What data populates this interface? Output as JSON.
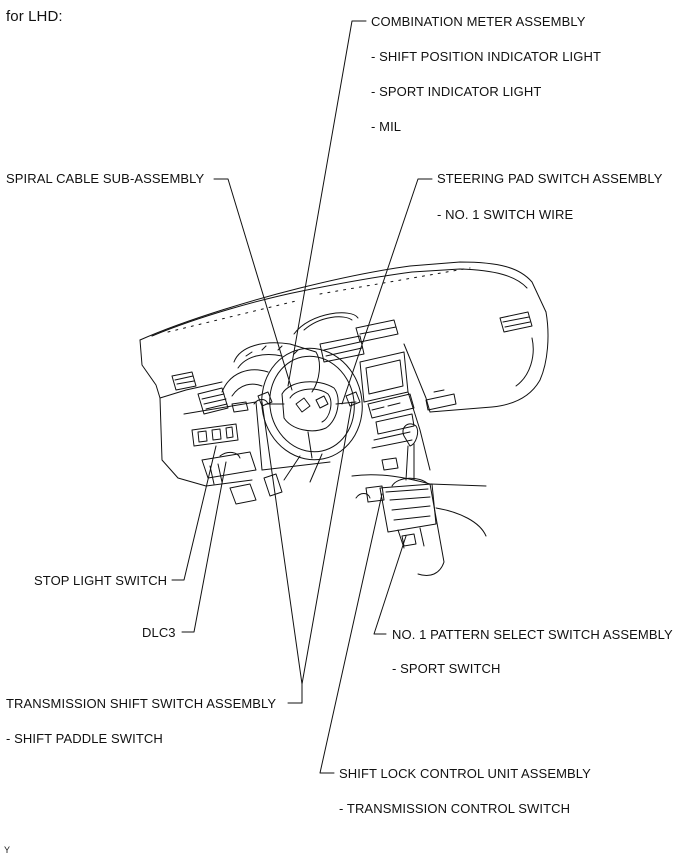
{
  "header": {
    "title": "for LHD:"
  },
  "labels": {
    "combination_meter": "COMBINATION METER ASSEMBLY",
    "shift_position_indicator": "- SHIFT POSITION INDICATOR LIGHT",
    "sport_indicator": "- SPORT INDICATOR LIGHT",
    "mil": "- MIL",
    "spiral_cable": "SPIRAL CABLE SUB-ASSEMBLY",
    "steering_pad_switch": "STEERING PAD SWITCH ASSEMBLY",
    "no1_switch_wire": "- NO. 1 SWITCH WIRE",
    "stop_light_switch": "STOP LIGHT SWITCH",
    "dlc3": "DLC3",
    "no1_pattern_select": "NO. 1 PATTERN SELECT SWITCH ASSEMBLY",
    "sport_switch": "- SPORT SWITCH",
    "transmission_shift_switch": "TRANSMISSION SHIFT SWITCH ASSEMBLY",
    "shift_paddle_switch": "- SHIFT PADDLE SWITCH",
    "shift_lock_control": "SHIFT LOCK CONTROL UNIT ASSEMBLY",
    "transmission_control_switch": "- TRANSMISSION CONTROL SWITCH"
  },
  "footer": {
    "code": "Y"
  }
}
